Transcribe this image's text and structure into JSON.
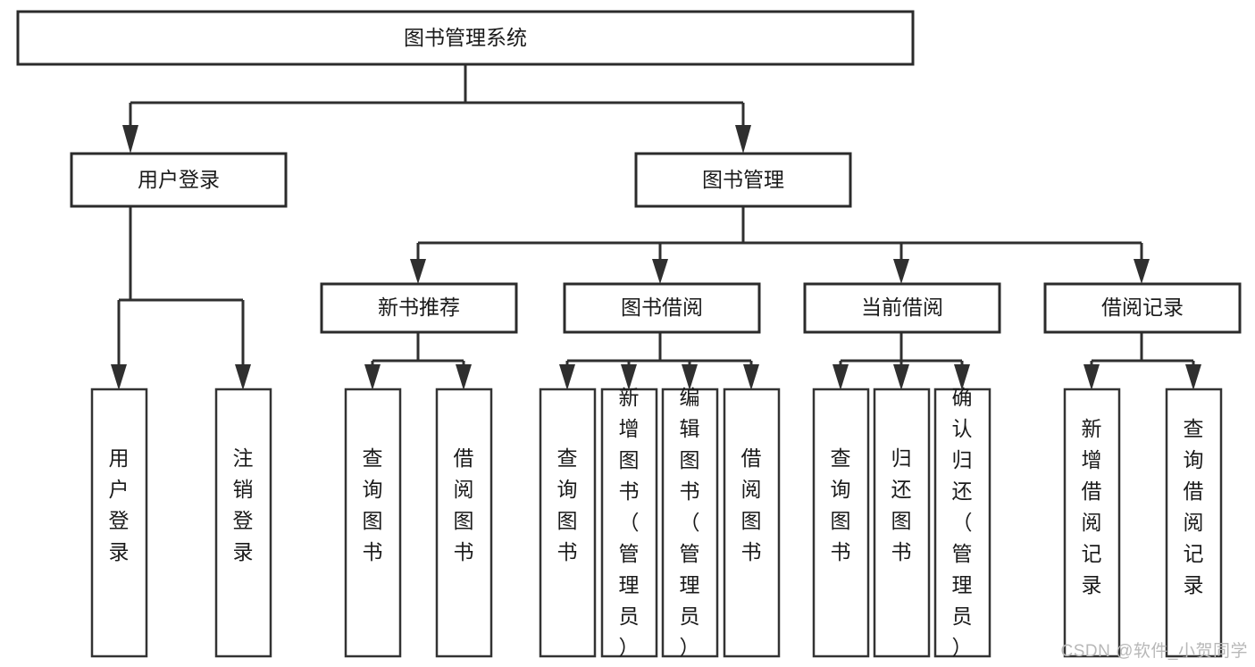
{
  "diagram": {
    "type": "tree",
    "title": "图书管理系统",
    "root": {
      "label": "图书管理系统"
    },
    "level2": [
      {
        "label": "用户登录"
      },
      {
        "label": "图书管理"
      }
    ],
    "level3": [
      {
        "label": "新书推荐"
      },
      {
        "label": "图书借阅"
      },
      {
        "label": "当前借阅"
      },
      {
        "label": "借阅记录"
      }
    ],
    "leaves": {
      "user_login": [
        {
          "label": "用户登录"
        },
        {
          "label": "注销登录"
        }
      ],
      "new_book_recommend": [
        {
          "label": "查询图书"
        },
        {
          "label": "借阅图书"
        }
      ],
      "book_borrow": [
        {
          "label": "查询图书"
        },
        {
          "label": "新增图书（管理员）"
        },
        {
          "label": "编辑图书（管理员）"
        },
        {
          "label": "借阅图书"
        }
      ],
      "current_borrow": [
        {
          "label": "查询图书"
        },
        {
          "label": "归还图书"
        },
        {
          "label": "确认归还（管理员）"
        }
      ],
      "borrow_record": [
        {
          "label": "新增借阅记录"
        },
        {
          "label": "查询借阅记录"
        }
      ]
    }
  },
  "watermark": {
    "text": "CSDN @软件_小贺同学"
  },
  "colors": {
    "box_stroke": "#2b2b2b",
    "connector": "#2f2f2f",
    "text": "#1a1a1a",
    "background": "#ffffff",
    "watermark": "#b8b8b8"
  }
}
